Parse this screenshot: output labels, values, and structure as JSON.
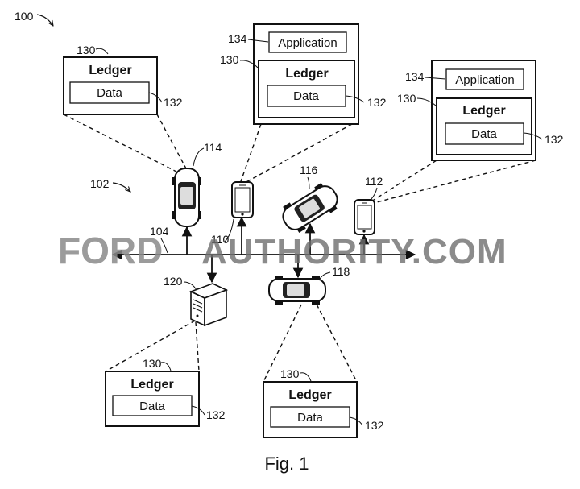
{
  "figure": {
    "number_label": "100",
    "network_label": "102",
    "bus_label": "104",
    "caption": "Fig. 1"
  },
  "devices": {
    "vehicle_114": "114",
    "phone_110": "110",
    "vehicle_116": "116",
    "phone_112": "112",
    "server_120": "120",
    "vehicle_118": "118"
  },
  "ledgers": [
    {
      "ref": "130",
      "title": "Ledger",
      "data_label": "Data",
      "data_ref": "132",
      "application": null
    },
    {
      "ref": "130",
      "title": "Ledger",
      "data_label": "Data",
      "data_ref": "132",
      "application": {
        "ref": "134",
        "label": "Application"
      }
    },
    {
      "ref": "130",
      "title": "Ledger",
      "data_label": "Data",
      "data_ref": "132",
      "application": {
        "ref": "134",
        "label": "Application"
      }
    },
    {
      "ref": "130",
      "title": "Ledger",
      "data_label": "Data",
      "data_ref": "132",
      "application": null
    },
    {
      "ref": "130",
      "title": "Ledger",
      "data_label": "Data",
      "data_ref": "132",
      "application": null
    }
  ],
  "watermark": {
    "brand": "FORD",
    "rest": "AUTHORITY.COM"
  }
}
